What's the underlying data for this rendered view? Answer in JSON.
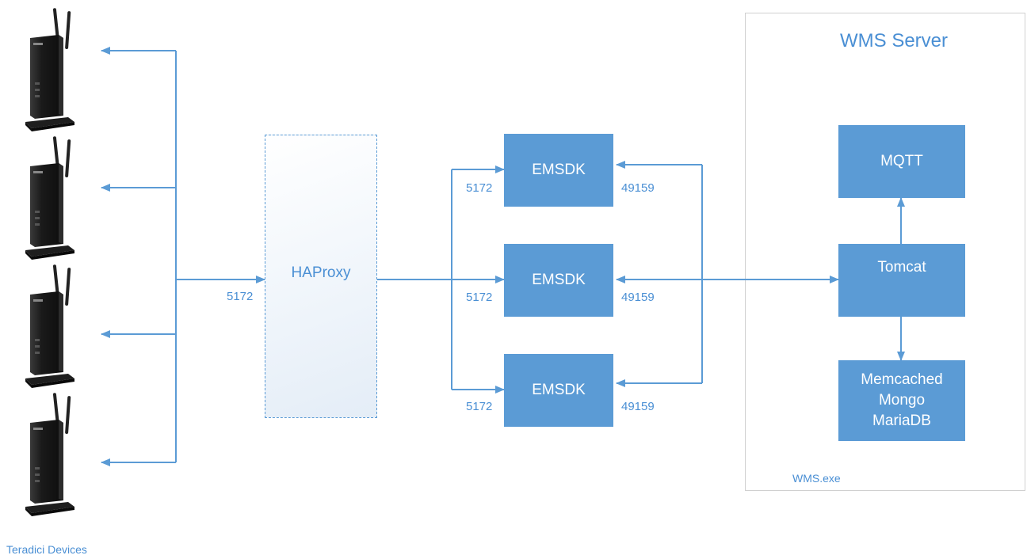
{
  "server": {
    "title": "WMS Server",
    "footer": "WMS.exe"
  },
  "devices": {
    "caption": "Teradici Devices",
    "count": 4,
    "icon": "thin-client-device-icon"
  },
  "proxy": {
    "label": "HAProxy",
    "port": "5172"
  },
  "emsdk_nodes": [
    {
      "label": "EMSDK",
      "in_port": "5172",
      "out_port": "49159"
    },
    {
      "label": "EMSDK",
      "in_port": "5172",
      "out_port": "49159"
    },
    {
      "label": "EMSDK",
      "in_port": "5172",
      "out_port": "49159"
    }
  ],
  "components": {
    "mqtt": "MQTT",
    "tomcat": "Tomcat",
    "storage": [
      "Memcached",
      "Mongo",
      "MariaDB"
    ]
  },
  "colors": {
    "accent": "#5b9bd5",
    "text": "#4a8fd4",
    "frame": "#d0d0d0"
  }
}
